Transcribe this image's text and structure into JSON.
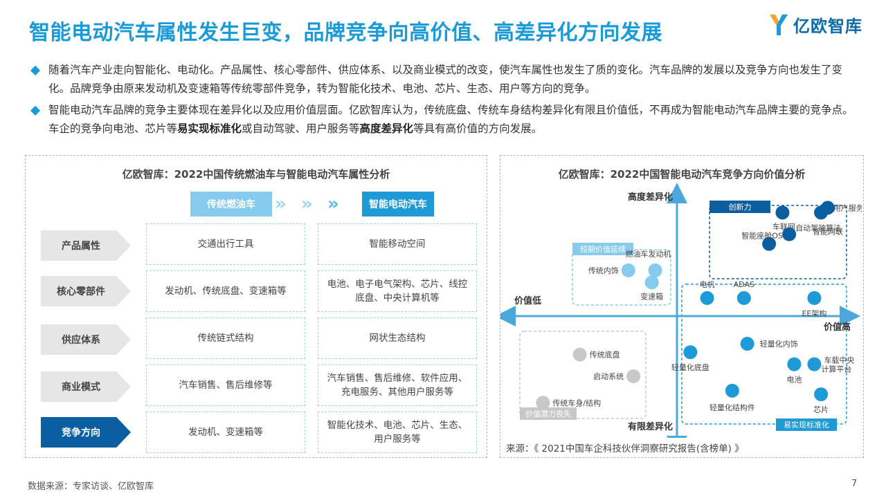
{
  "header": {
    "title": "智能电动汽车属性发生巨变，品牌竞争向高价值、高差异化方向发展",
    "logo_text": "亿欧智库"
  },
  "bullets": [
    {
      "text": "随着汽车产业走向智能化、电动化。产品属性、核心零部件、供应体系、以及商业模式的改变，使汽车属性也发生了质的变化。汽车品牌的发展以及竞争方向也发生了变化。品牌竞争由原来发动机及变速箱等传统零部件竞争，转为智能化技术、电池、芯片、生态、用户等方向的竞争。"
    },
    {
      "pre": "智能电动汽车品牌的竞争主要体现在差异化以及应用价值层面。亿欧智库认为，传统底盘、传统车身结构差异化有限且价值低，不再成为智能电动汽车品牌主要的竞争点。车企的竞争向电池、芯片等",
      "bold1": "易实现标准化",
      "mid": "或自动驾驶、用户服务等",
      "bold2": "高度差异化",
      "post": "等具有高价值的方向发展。"
    }
  ],
  "left_panel": {
    "title": "亿欧智库：2022中国传统燃油车与智能电动汽车属性分析",
    "col_a": "传统燃油车",
    "col_b": "智能电动汽车",
    "rows": [
      {
        "label": "产品属性",
        "a": "交通出行工具",
        "b": "智能移动空间"
      },
      {
        "label": "核心零部件",
        "a": "发动机、传统底盘、变速箱等",
        "b": "电池、电子电气架构、芯片、线控底盘、中央计算机等"
      },
      {
        "label": "供应体系",
        "a": "传统链式结构",
        "b": "网状生态结构"
      },
      {
        "label": "商业模式",
        "a": "汽车销售、售后维修等",
        "b": "汽车销售、售后维修、软件应用、充电服务、其他用户服务等"
      },
      {
        "label": "竞争方向",
        "a": "发动机、变速箱等",
        "b": "智能化技术、电池、芯片、生态、用户服务等"
      }
    ]
  },
  "right_panel": {
    "title": "亿欧智库：2022中国智能电动汽车竞争方向价值分析",
    "source": "来源：《 2021中国车企科技伙伴洞察研究报告(含榜单) 》"
  },
  "chart_data": {
    "type": "scatter",
    "title": "亿欧智库：2022中国智能电动汽车竞争方向价值分析",
    "axes": {
      "y_top": "高度差异化",
      "y_bottom": "有限差异化",
      "x_left": "价值低",
      "x_right": "价值高"
    },
    "groups": [
      {
        "name": "创新力",
        "color": "#0b5ea0"
      },
      {
        "name": "短期价值延续",
        "color": "#86cbee"
      },
      {
        "name": "价值潜力丧失",
        "color": "#c8c8c8"
      },
      {
        "name": "易实现标准化",
        "color": "#1e9ad6"
      }
    ],
    "points": [
      {
        "label": "用户服务",
        "x": 0.9,
        "y": 0.9,
        "group": 0
      },
      {
        "label": "自动驾驶算法",
        "x": 0.86,
        "y": 0.86,
        "group": 0
      },
      {
        "label": "车联网",
        "x": 0.63,
        "y": 0.86,
        "group": 0
      },
      {
        "label": "智能座舱OS",
        "x": 0.55,
        "y": 0.6,
        "group": 0
      },
      {
        "label": "智能网联",
        "x": 0.67,
        "y": 0.68,
        "group": 0
      },
      {
        "label": "燃油车发动机",
        "x": -0.13,
        "y": 0.38,
        "group": 1
      },
      {
        "label": "传统内饰",
        "x": -0.29,
        "y": 0.38,
        "group": 1
      },
      {
        "label": "变速箱",
        "x": -0.15,
        "y": 0.28,
        "group": 1
      },
      {
        "label": "电机",
        "x": 0.18,
        "y": 0.15,
        "group": 3
      },
      {
        "label": "ADAS",
        "x": 0.4,
        "y": 0.15,
        "group": 3
      },
      {
        "label": "EE架构",
        "x": 0.82,
        "y": 0.15,
        "group": 3
      },
      {
        "label": "轻量化内饰",
        "x": 0.42,
        "y": -0.23,
        "group": 3
      },
      {
        "label": "轻量化底盘",
        "x": 0.08,
        "y": -0.3,
        "group": 3
      },
      {
        "label": "电池",
        "x": 0.7,
        "y": -0.4,
        "group": 3
      },
      {
        "label": "车载中央计算平台",
        "x": 0.82,
        "y": -0.4,
        "group": 3
      },
      {
        "label": "轻量化结构件",
        "x": 0.33,
        "y": -0.62,
        "group": 3
      },
      {
        "label": "芯片",
        "x": 0.86,
        "y": -0.65,
        "group": 3
      },
      {
        "label": "传统底盘",
        "x": -0.58,
        "y": -0.32,
        "group": 2
      },
      {
        "label": "启动系统",
        "x": -0.26,
        "y": -0.5,
        "group": 2
      },
      {
        "label": "传统车身/结构",
        "x": -0.8,
        "y": -0.72,
        "group": 2
      }
    ],
    "xlim": [
      -1,
      1
    ],
    "ylim": [
      -1,
      1
    ],
    "grid": false,
    "legend": "none"
  },
  "footer": {
    "source": "数据来源：专家访谈、亿欧智库",
    "page": "7"
  }
}
